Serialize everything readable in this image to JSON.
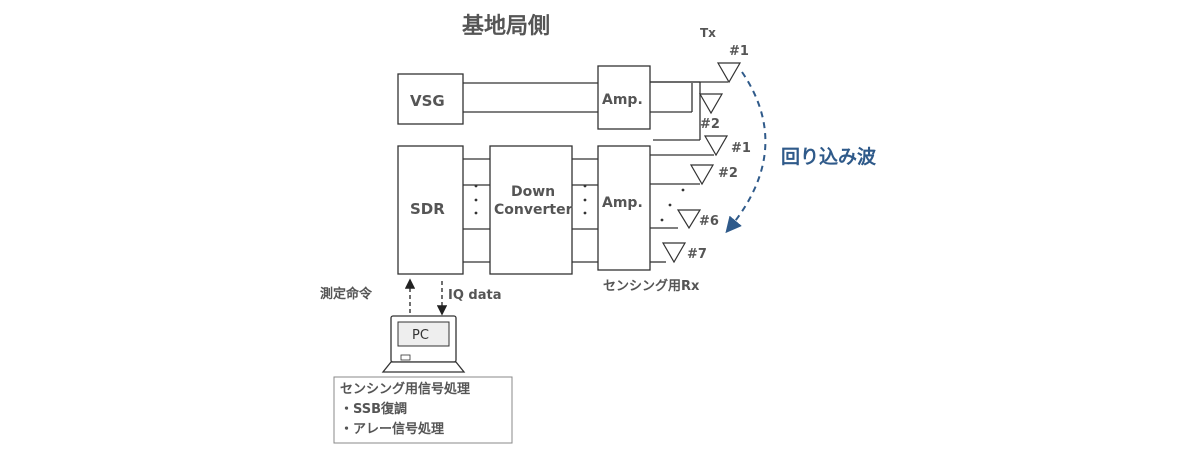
{
  "title": "基地局側",
  "blocks": {
    "vsg": "VSG",
    "sdr": "SDR",
    "down_converter_line1": "Down",
    "down_converter_line2": "Converter",
    "amp_tx": "Amp.",
    "amp_rx": "Amp.",
    "pc": "PC"
  },
  "tx": {
    "label": "Tx",
    "antennas": [
      "#1",
      "#2"
    ]
  },
  "rx": {
    "label": "センシング用Rx",
    "antennas": [
      "#1",
      "#2",
      "#6",
      "#7"
    ]
  },
  "leak_label": "回り込み波",
  "links": {
    "command": "測定命令",
    "iq": "IQ data"
  },
  "processing": {
    "title": "センシング用信号処理",
    "items": [
      "・SSB復調",
      "・アレー信号処理"
    ]
  },
  "colors": {
    "accent": "#2f5a8a",
    "line": "#333333",
    "text": "#555555",
    "pc_screen": "#eeeeee"
  }
}
